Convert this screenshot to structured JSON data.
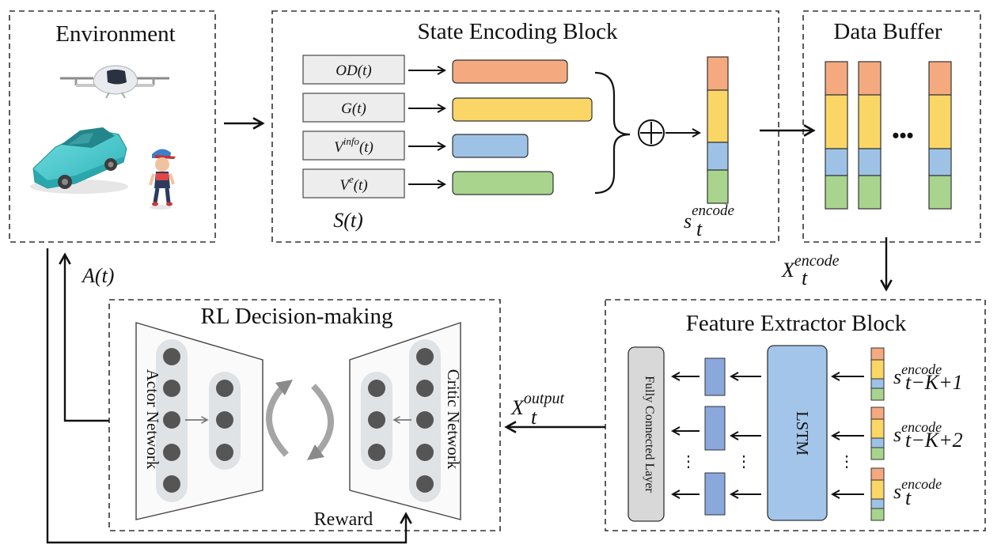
{
  "blocks": {
    "environment": "Environment",
    "state_encoding": "State Encoding Block",
    "data_buffer": "Data Buffer",
    "feature_extractor": "Feature Extractor Block",
    "rl_decision": "RL Decision-making"
  },
  "state_inputs": [
    {
      "base": "OD",
      "sup": "",
      "tail": "(t)"
    },
    {
      "base": "G",
      "sup": "",
      "tail": "(t)"
    },
    {
      "base": "V",
      "sup": "info",
      "tail": "(t)"
    },
    {
      "base": "V",
      "sup": "e",
      "tail": "(t)"
    }
  ],
  "state_symbol": "S(t)",
  "encode_symbol": {
    "base": "s",
    "sub": "t",
    "sup": "encode"
  },
  "buffer_ellipsis": "•••",
  "buffer_output": {
    "base": "X",
    "sub": "t",
    "sup": "encode"
  },
  "feature_inputs": [
    {
      "base": "s",
      "sub": "t−K+1",
      "sup": "encode"
    },
    {
      "base": "s",
      "sub": "t−K+2",
      "sup": "encode"
    },
    {
      "base": "s",
      "sub": "t",
      "sup": "encode"
    }
  ],
  "fc_layer": "Fully Connected Layer",
  "lstm": "LSTM",
  "feature_output": {
    "base": "X",
    "sub": "t",
    "sup": "output"
  },
  "actor_network": "Actor Network",
  "critic_network": "Critic Network",
  "reward": "Reward",
  "action": "A(t)",
  "colors": {
    "orange": "#f4a97f",
    "yellow": "#f9d666",
    "blue": "#9dc2e6",
    "green": "#a8d48e",
    "lstm": "#a3c5ea",
    "feature_bar": "#8aa8dc",
    "fc_layer": "#d8d8d8"
  },
  "icons": [
    "drone-icon",
    "car-icon",
    "pedestrian-icon"
  ]
}
